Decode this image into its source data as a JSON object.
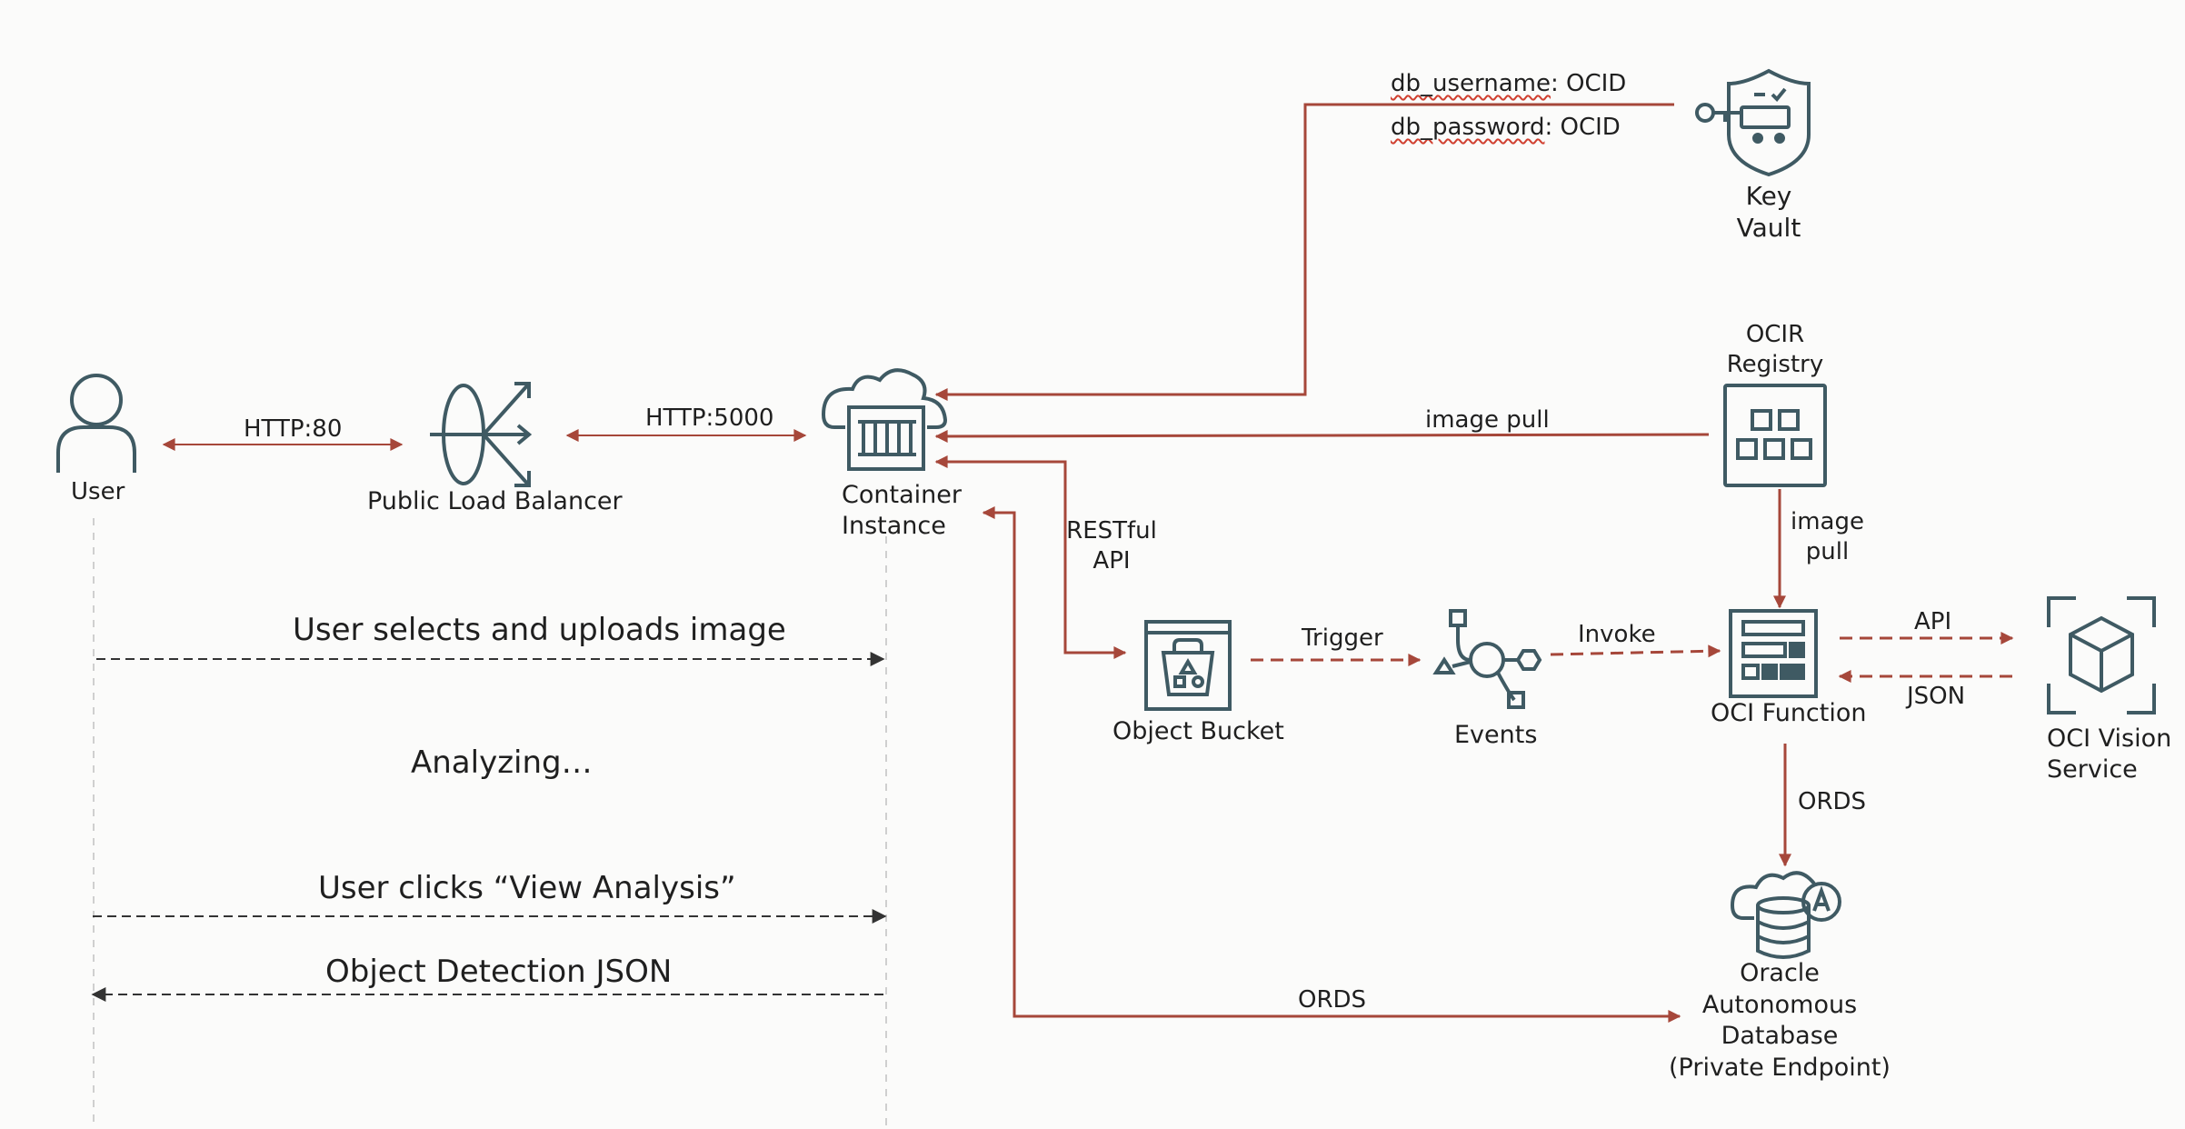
{
  "nodes": {
    "user": "User",
    "load_balancer": "Public Load Balancer",
    "container_instance": "Container\nInstance",
    "key_vault": "Key\nVault",
    "ocir_registry": "OCIR\nRegistry",
    "object_bucket": "Object Bucket",
    "events": "Events",
    "oci_function": "OCI Function",
    "oci_vision": "OCI Vision\nService",
    "autonomous_db": "Oracle\nAutonomous\nDatabase\n(Private Endpoint)"
  },
  "edges": {
    "http80": "HTTP:80",
    "http5000": "HTTP:5000",
    "db_username_key": "db_username",
    "db_username_val": ": OCID",
    "db_password_key": "db_password",
    "db_password_val": ": OCID",
    "image_pull_top": "image pull",
    "image_pull_side": "image\npull",
    "restful_api": "RESTful\nAPI",
    "trigger": "Trigger",
    "invoke": "Invoke",
    "api": "API",
    "json": "JSON",
    "ords_function": "ORDS",
    "ords_bottom": "ORDS"
  },
  "sequence": {
    "step1": "User selects and uploads image",
    "step2": "Analyzing…",
    "step3": "User clicks “View Analysis”",
    "step4": "Object Detection JSON"
  },
  "colors": {
    "arrow_red": "#a6473a",
    "icon_slate": "#3f5a63",
    "seq_dark": "#333333",
    "lifeline": "#cfcfcf"
  }
}
